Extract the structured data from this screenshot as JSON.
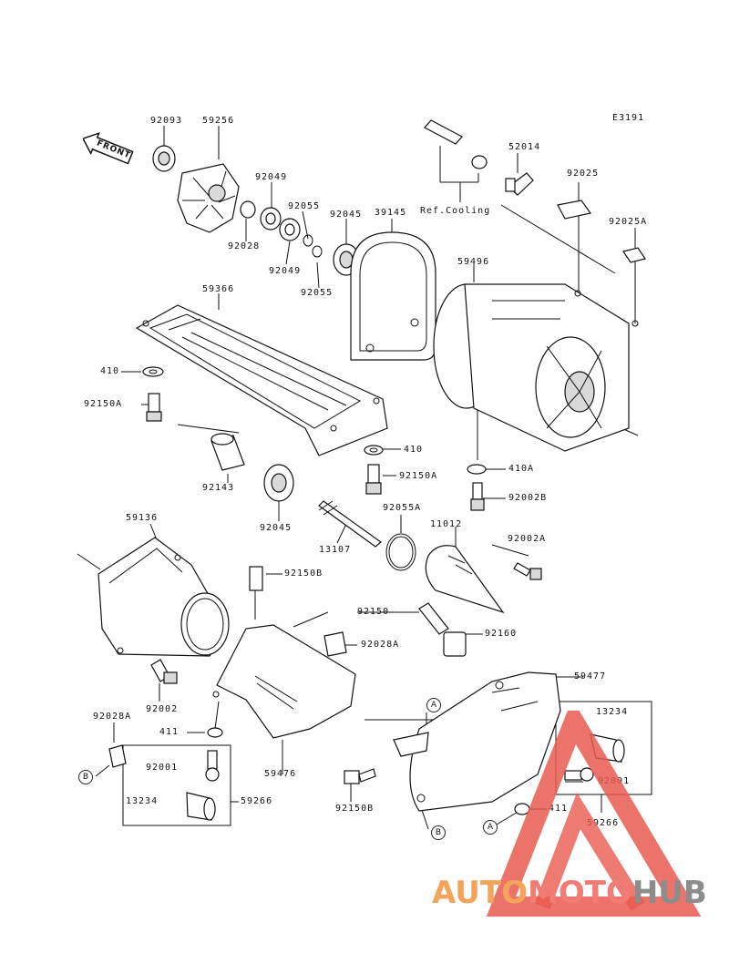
{
  "diagram_code": "E3191",
  "front_label": "FRONT",
  "ref_label": "Ref.Cooling",
  "callouts": {
    "A": "A",
    "B": "B"
  },
  "parts": {
    "p92093": "92093",
    "p59256": "59256",
    "p92049a": "92049",
    "p92055a": "92055",
    "p92045a": "92045",
    "p39145": "39145",
    "p92028": "92028",
    "p92049b": "92049",
    "p92055b": "92055",
    "p52014": "52014",
    "p92025": "92025",
    "p92025A": "92025A",
    "p59496": "59496",
    "p59366": "59366",
    "p410a": "410",
    "p92150Aa": "92150A",
    "p410b": "410",
    "p92150Ab": "92150A",
    "p410A": "410A",
    "p92002B": "92002B",
    "p92143": "92143",
    "p92045b": "92045",
    "p92055A": "92055A",
    "p11012": "11012",
    "p59136": "59136",
    "p13107": "13107",
    "p92002A": "92002A",
    "p92150Ba": "92150B",
    "p92150": "92150",
    "p92028A": "92028A",
    "p92160": "92160",
    "p92002": "92002",
    "p59477": "59477",
    "p92028Ab": "92028A",
    "p411a": "411",
    "p59476": "59476",
    "p13234a": "13234",
    "p92001a": "92001",
    "p13234b": "13234",
    "p59266a": "59266",
    "p92150Bb": "92150B",
    "p92001b": "92001",
    "p411b": "411",
    "p59266b": "59266"
  },
  "watermark": {
    "auto": "AUTO",
    "moto": "MOTO",
    "hub": "HUB"
  },
  "colors": {
    "watermark_red": "#e85a4f",
    "watermark_orange": "#f3a45a",
    "watermark_gray": "#8c8c8c"
  }
}
